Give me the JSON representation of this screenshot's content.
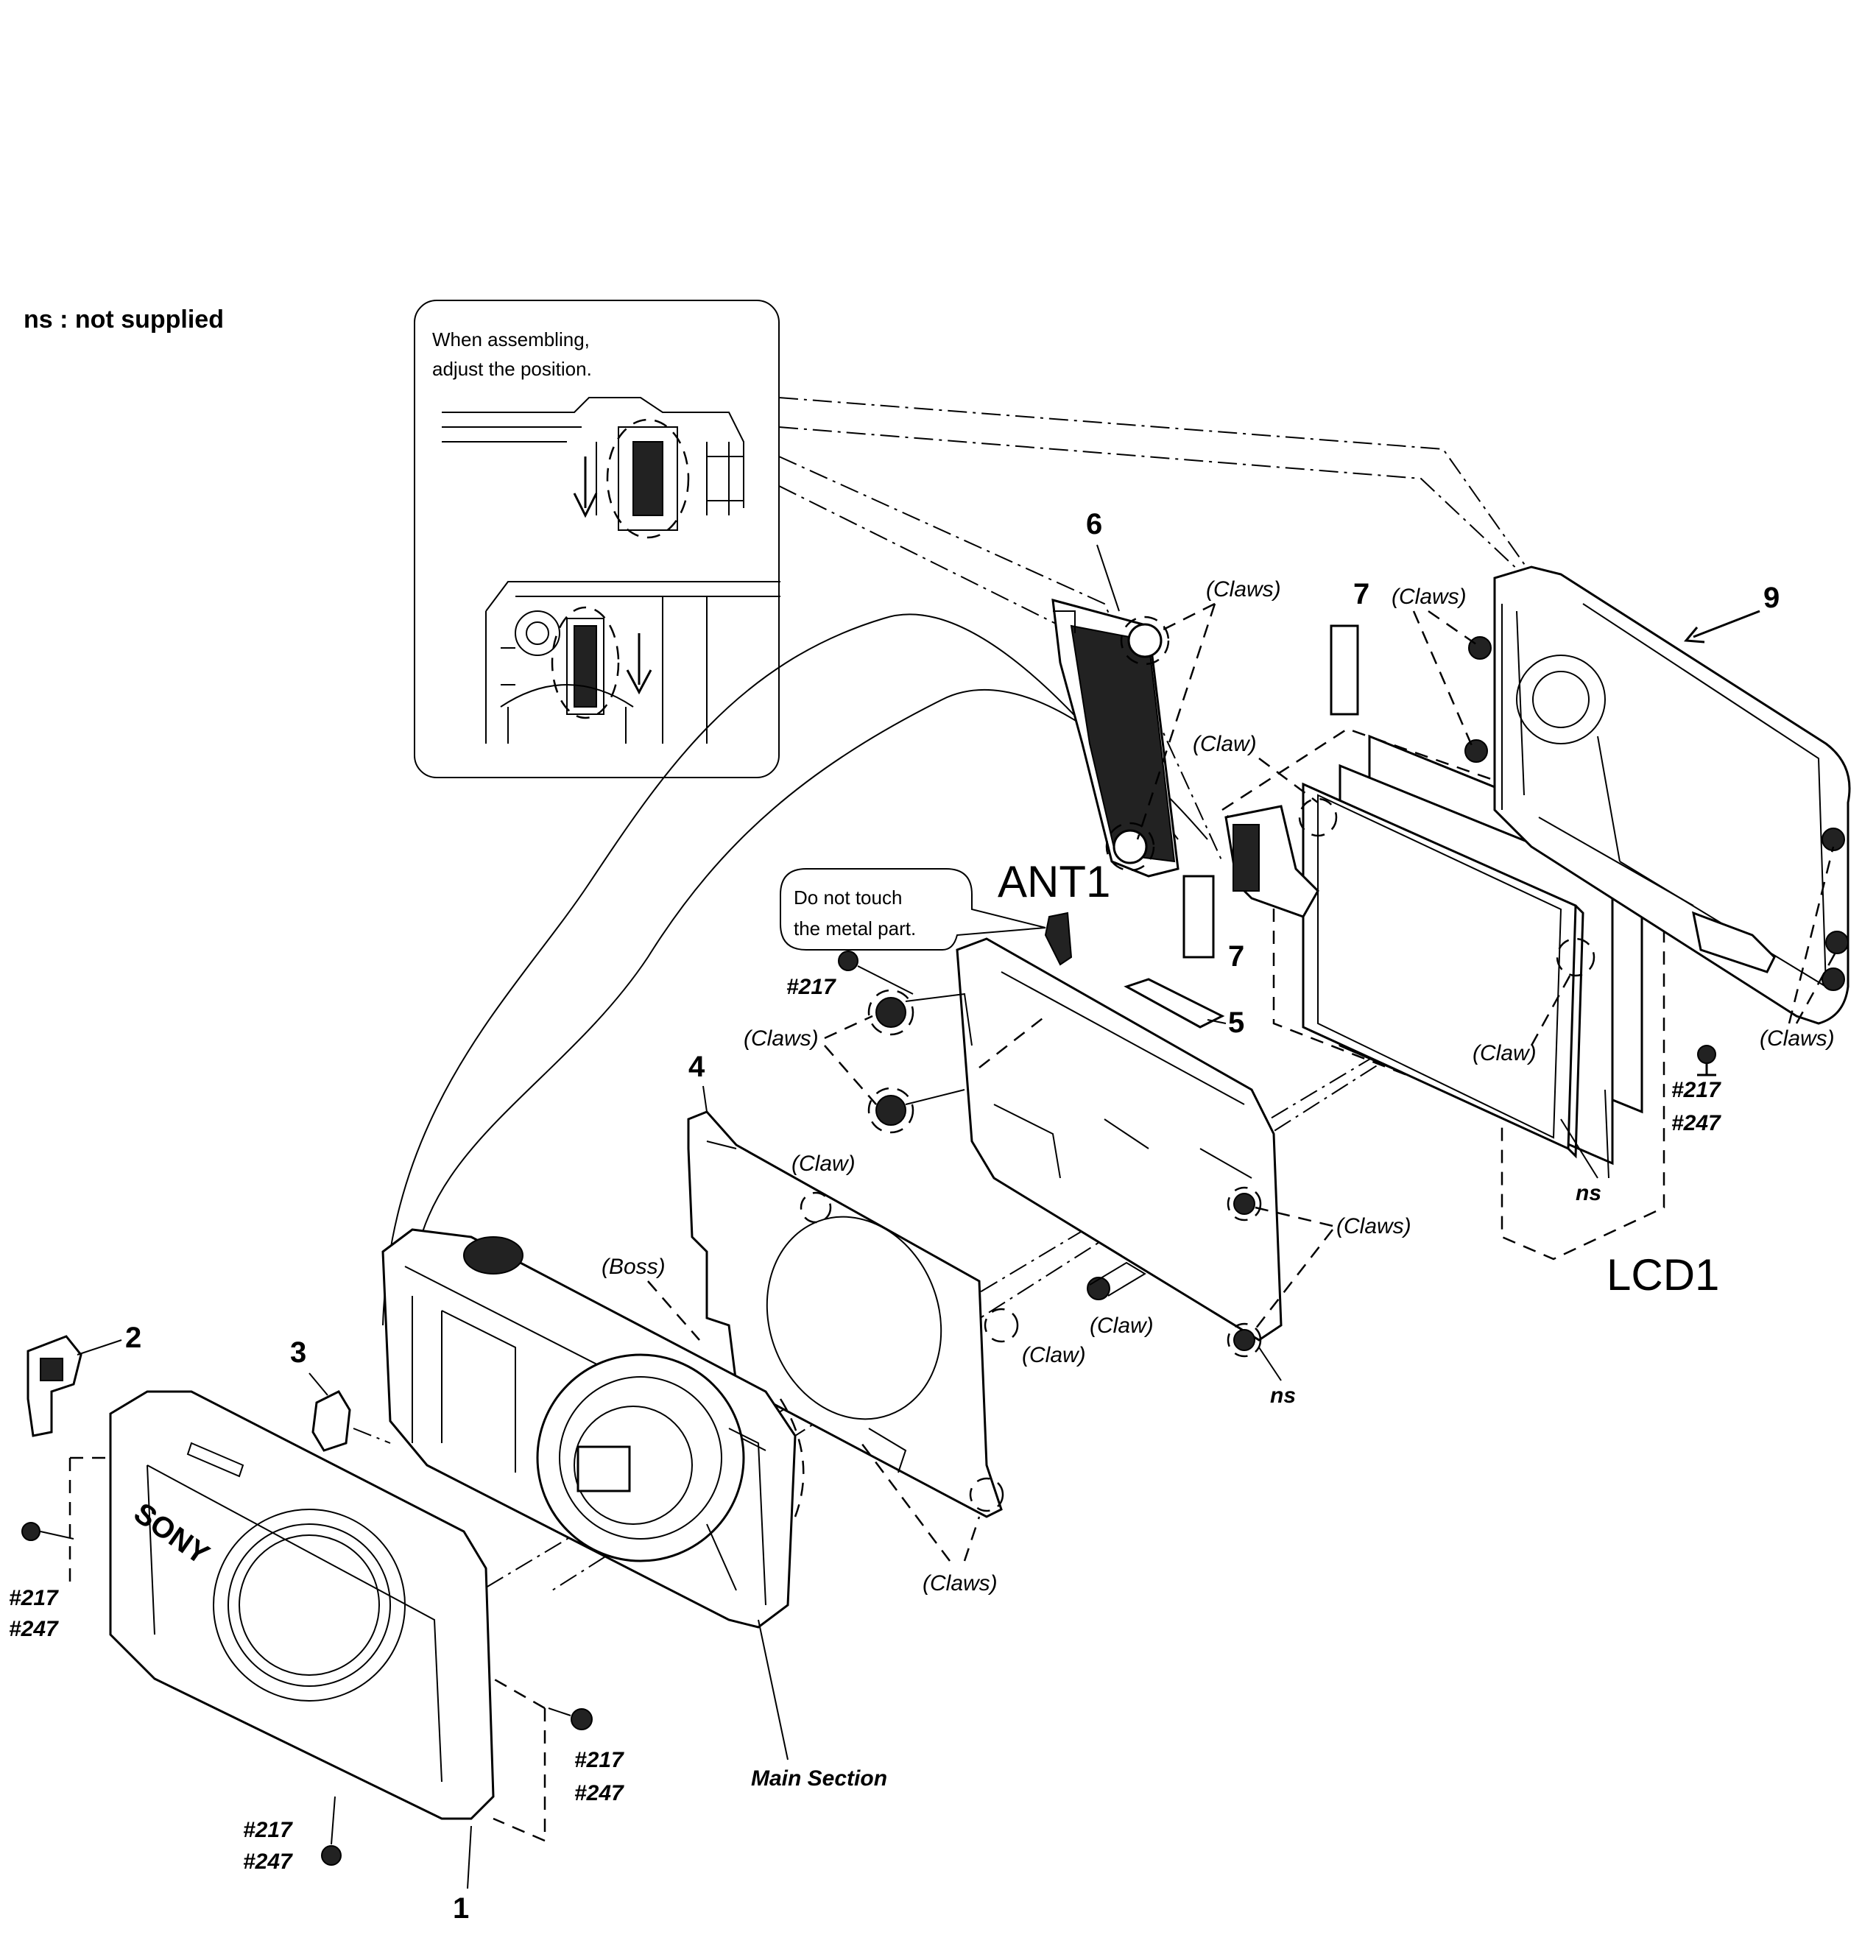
{
  "legend": {
    "ns_note": "ns : not supplied"
  },
  "inset": {
    "note_line1": "When assembling,",
    "note_line2": "adjust the position."
  },
  "callout": {
    "line1": "Do not touch",
    "line2": "the metal part."
  },
  "part_numbers": {
    "p1": "1",
    "p2": "2",
    "p3": "3",
    "p4": "4",
    "p5": "5",
    "p6": "6",
    "p7a": "7",
    "p7b": "7",
    "p9": "9"
  },
  "ref_labels": {
    "ant1": "ANT1",
    "lcd1": "LCD1",
    "main_section": "Main Section",
    "ns_a": "ns",
    "ns_b": "ns"
  },
  "screws": {
    "s217": "#217",
    "s247": "#247"
  },
  "claw_labels": {
    "claws": "(Claws)",
    "claw": "(Claw)",
    "boss": "(Boss)"
  }
}
